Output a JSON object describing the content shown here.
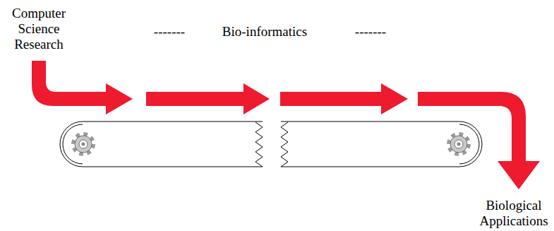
{
  "diagram": {
    "labels": [
      "Computer Science Research",
      "-------",
      "Bio-informatics",
      "-------",
      "Biological Applications"
    ]
  }
}
